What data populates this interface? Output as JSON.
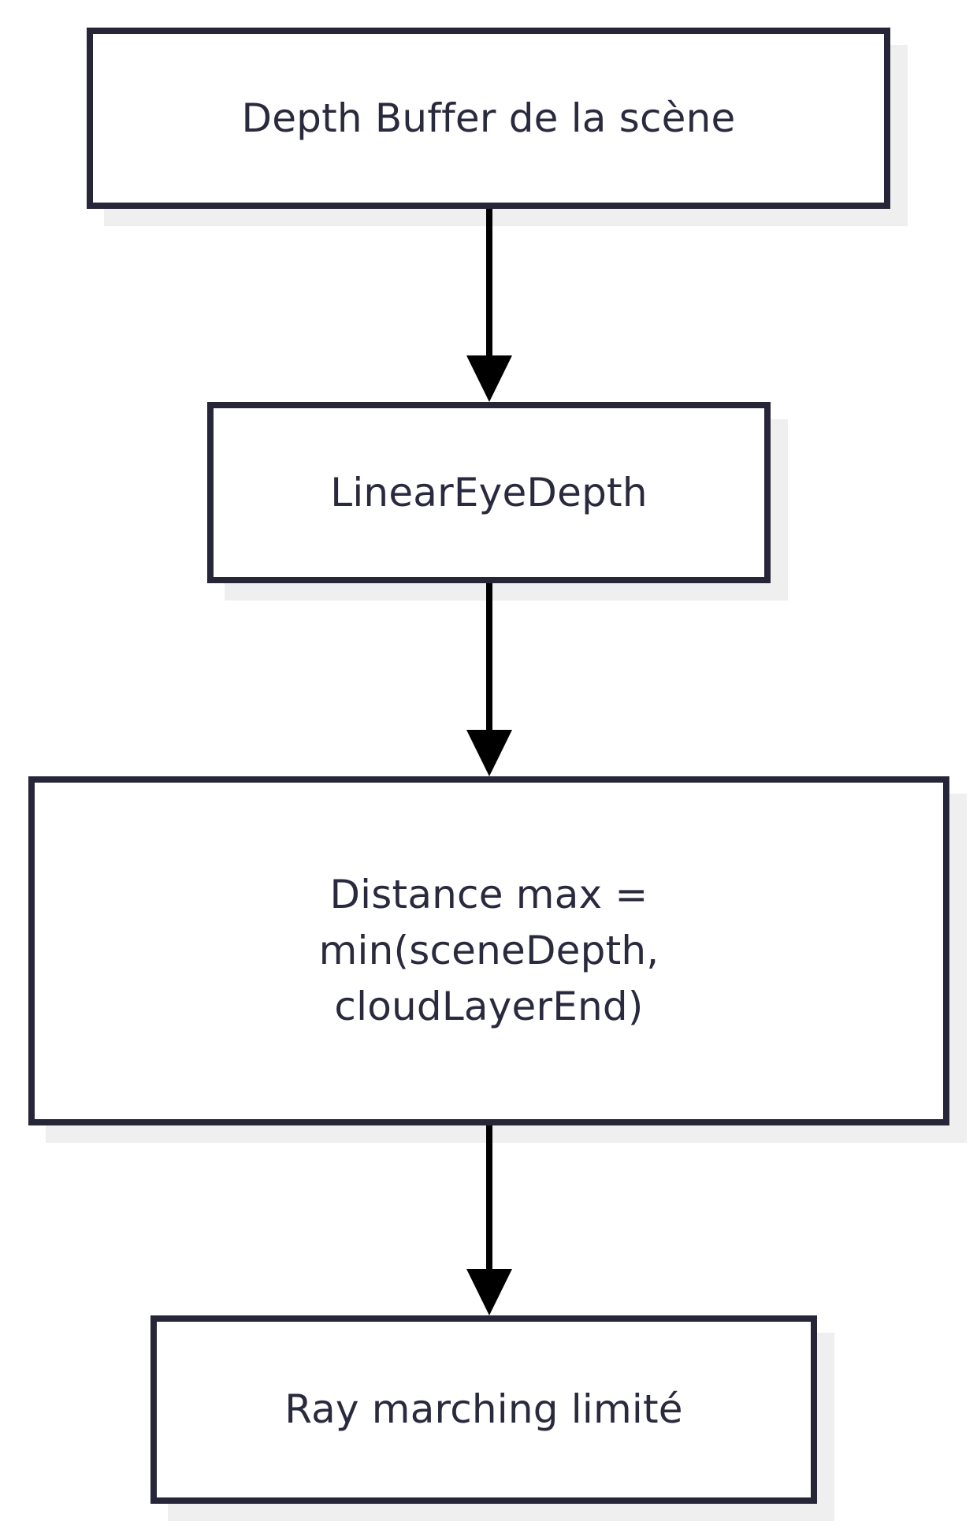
{
  "diagram": {
    "type": "flowchart",
    "direction": "top-to-bottom",
    "title": "",
    "colors": {
      "node_border": "#262638",
      "node_fill": "#ffffff",
      "node_text": "#2a2a3e",
      "node_shadow": "#efefef",
      "edge": "#000000",
      "background": "#ffffff"
    },
    "nodes": [
      {
        "id": "depth-buffer",
        "label": "Depth Buffer de la scène",
        "shape": "rectangle"
      },
      {
        "id": "linear-eye-depth",
        "label": "LinearEyeDepth",
        "shape": "rectangle"
      },
      {
        "id": "distance-max",
        "label": "Distance max =\nmin(sceneDepth,\ncloudLayerEnd)",
        "shape": "rectangle"
      },
      {
        "id": "ray-marching",
        "label": "Ray marching limité",
        "shape": "rectangle"
      }
    ],
    "edges": [
      {
        "id": "edge-1",
        "from": "depth-buffer",
        "to": "linear-eye-depth",
        "label": "",
        "arrowhead": "solid-triangle"
      },
      {
        "id": "edge-2",
        "from": "linear-eye-depth",
        "to": "distance-max",
        "label": "",
        "arrowhead": "solid-triangle"
      },
      {
        "id": "edge-3",
        "from": "distance-max",
        "to": "ray-marching",
        "label": "",
        "arrowhead": "solid-triangle"
      }
    ]
  }
}
